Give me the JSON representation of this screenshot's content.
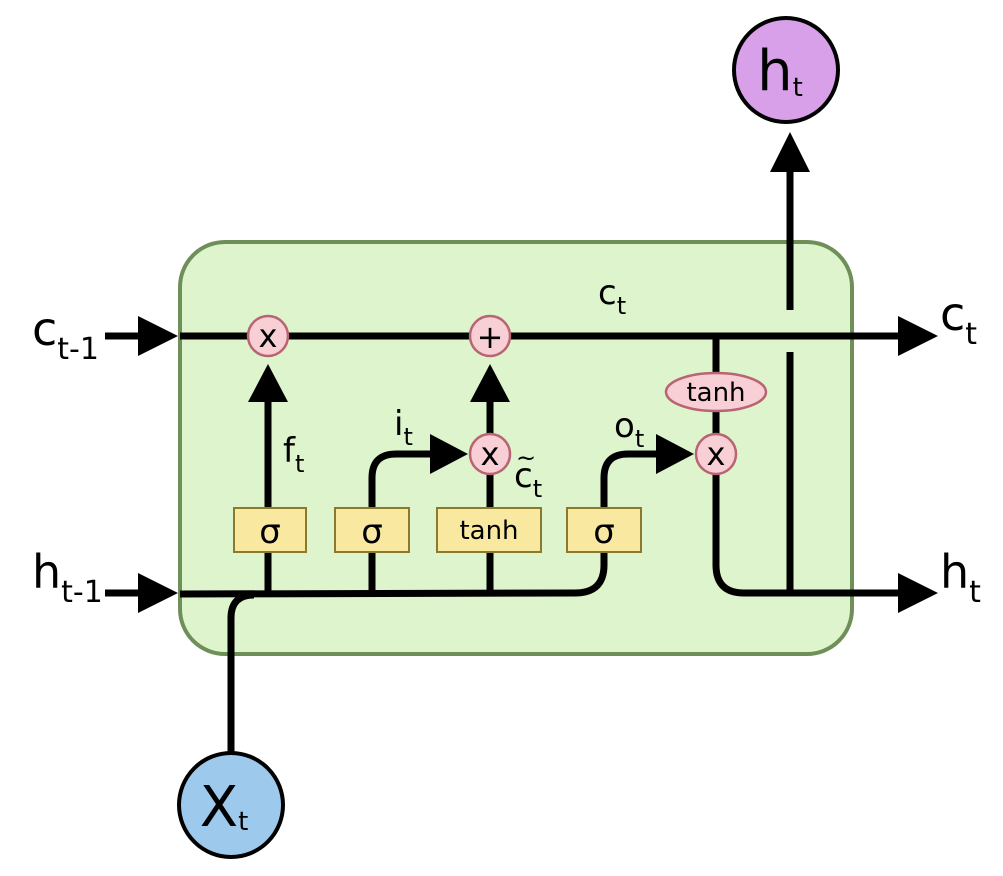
{
  "colors": {
    "cell_fill": "#ddf4cc",
    "cell_stroke": "#6f8f59",
    "op_fill": "#f7cfd5",
    "op_stroke": "#b96473",
    "gate_fill": "#f8e8a0",
    "gate_stroke": "#8b7a2e",
    "h_out_fill": "#d9a0ea",
    "x_in_fill": "#9cc9ec",
    "wire": "#000000"
  },
  "inputs": {
    "c_prev": {
      "base": "c",
      "sub": "t-1"
    },
    "h_prev": {
      "base": "h",
      "sub": "t-1"
    },
    "x": {
      "base": "X",
      "sub": "t"
    }
  },
  "outputs": {
    "c": {
      "base": "c",
      "sub": "t"
    },
    "h": {
      "base": "h",
      "sub": "t"
    },
    "h_top": {
      "base": "h",
      "sub": "t"
    }
  },
  "gates": {
    "forget": "σ",
    "input": "σ",
    "candidate": "tanh",
    "output": "σ",
    "cell_tanh": "tanh"
  },
  "ops": {
    "forget_mult": "x",
    "add": "+",
    "input_mult": "x",
    "output_mult": "x"
  },
  "labels": {
    "ft": {
      "base": "f",
      "sub": "t"
    },
    "it": {
      "base": "i",
      "sub": "t"
    },
    "ct_tilde": {
      "tilde": "~",
      "base": "c",
      "sub": "t"
    },
    "ot": {
      "base": "o",
      "sub": "t"
    },
    "ct_line": {
      "base": "c",
      "sub": "t"
    }
  },
  "icons": {
    "multiply": "circle-x",
    "add": "circle-plus",
    "arrow": "triangle-arrowhead"
  }
}
